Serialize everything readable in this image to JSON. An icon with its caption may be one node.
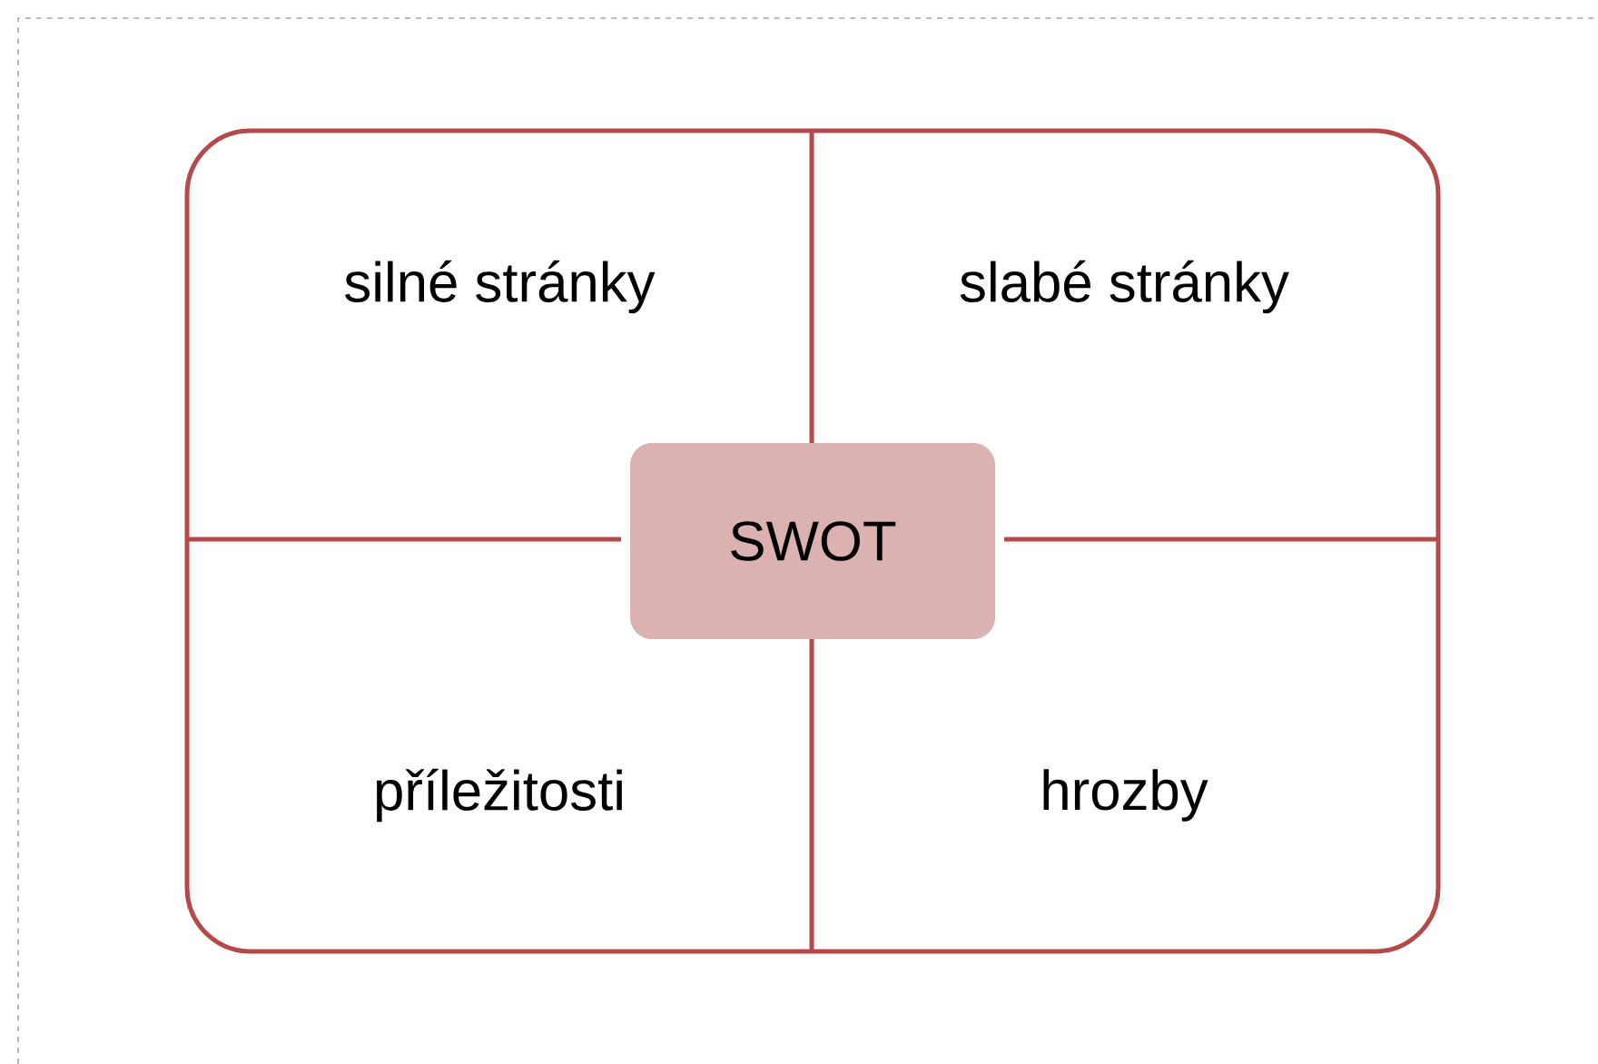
{
  "diagram": {
    "nodes": [
      {
        "text": [],
        "shape": "box"
      },
      {
        "text": [
          "silné stránky"
        ],
        "in": 0
      },
      {
        "text": [
          "slabé stránky"
        ],
        "in": 0
      },
      {
        "text": [
          "SWOT"
        ],
        "in": 0
      },
      {
        "text": [
          "příležitosti"
        ],
        "in": 0
      },
      {
        "text": [
          "hrozby"
        ],
        "in": 0
      }
    ]
  }
}
